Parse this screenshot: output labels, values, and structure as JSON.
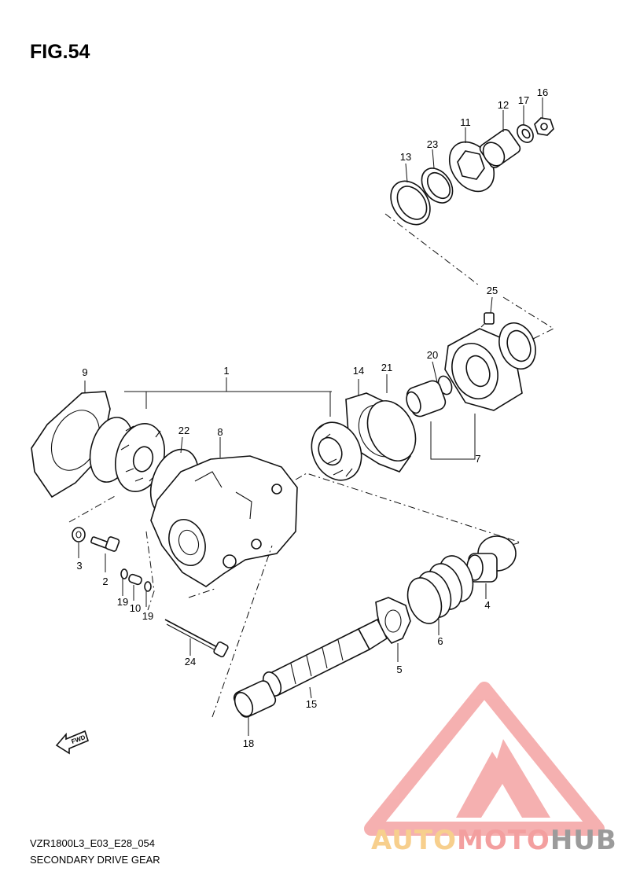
{
  "figure": {
    "title": "FIG.54"
  },
  "footer": {
    "code": "VZR1800L3_E03_E28_054",
    "caption": "SECONDARY DRIVE GEAR"
  },
  "fwd_label": "FWD",
  "watermark": {
    "word_part1": "AUTO",
    "word_part2": "MOTO",
    "word_part3": "HUB",
    "colors": {
      "triangle": "#f4a3a3",
      "auto": "#f6c77a",
      "moto": "#f28f8f",
      "hub": "#8a8a8a"
    }
  },
  "callouts": {
    "c1": "1",
    "c2": "2",
    "c3": "3",
    "c4": "4",
    "c5": "5",
    "c6": "6",
    "c7": "7",
    "c8": "8",
    "c9": "9",
    "c10": "10",
    "c11": "11",
    "c12": "12",
    "c13": "13",
    "c14": "14",
    "c15": "15",
    "c16": "16",
    "c17": "17",
    "c18": "18",
    "c19a": "19",
    "c19b": "19",
    "c20": "20",
    "c21": "21",
    "c22": "22",
    "c23": "23",
    "c24": "24",
    "c25": "25"
  }
}
